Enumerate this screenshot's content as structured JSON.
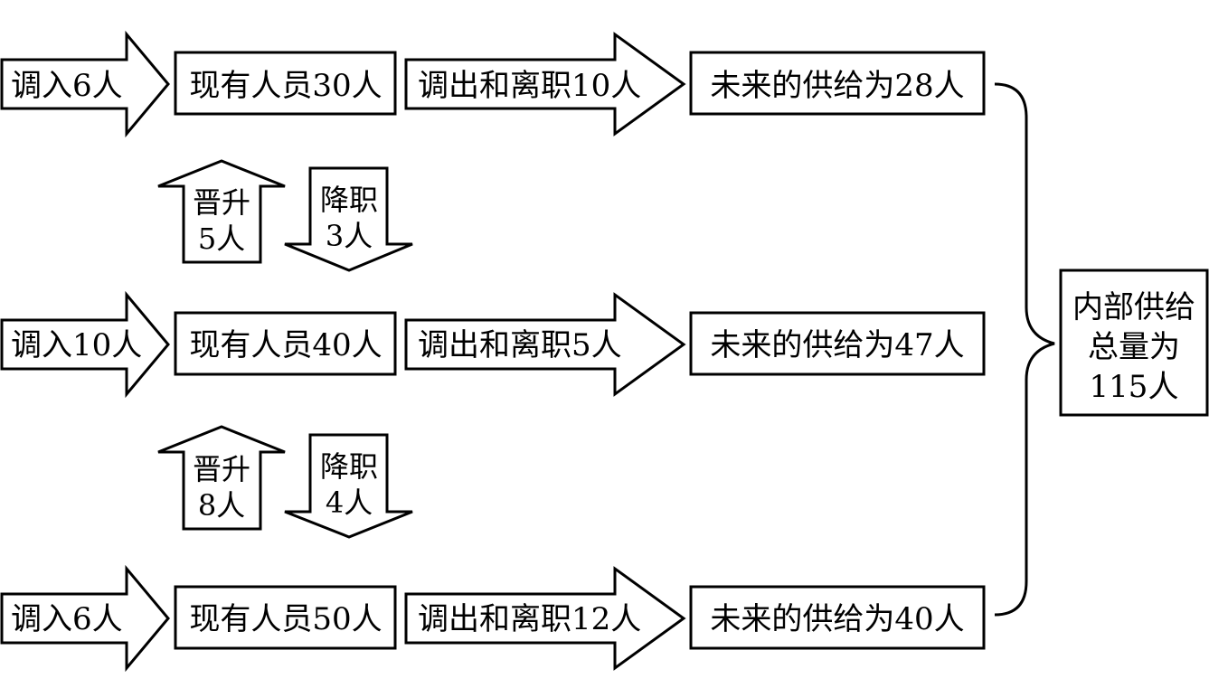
{
  "rows": [
    {
      "in_label": "调入6人",
      "current_label": "现有人员30人",
      "out_label": "调出和离职10人",
      "future_label": "未来的供给为28人"
    },
    {
      "in_label": "调入10人",
      "current_label": "现有人员40人",
      "out_label": "调出和离职5人",
      "future_label": "未来的供给为47人"
    },
    {
      "in_label": "调入6人",
      "current_label": "现有人员50人",
      "out_label": "调出和离职12人",
      "future_label": "未来的供给为40人"
    }
  ],
  "transfers": [
    {
      "promote_line1": "晋升",
      "promote_line2": "5人",
      "demote_line1": "降职",
      "demote_line2": "3人"
    },
    {
      "promote_line1": "晋升",
      "promote_line2": "8人",
      "demote_line1": "降职",
      "demote_line2": "4人"
    }
  ],
  "total": {
    "line1": "内部供给",
    "line2": "总量为",
    "line3": "115人"
  }
}
